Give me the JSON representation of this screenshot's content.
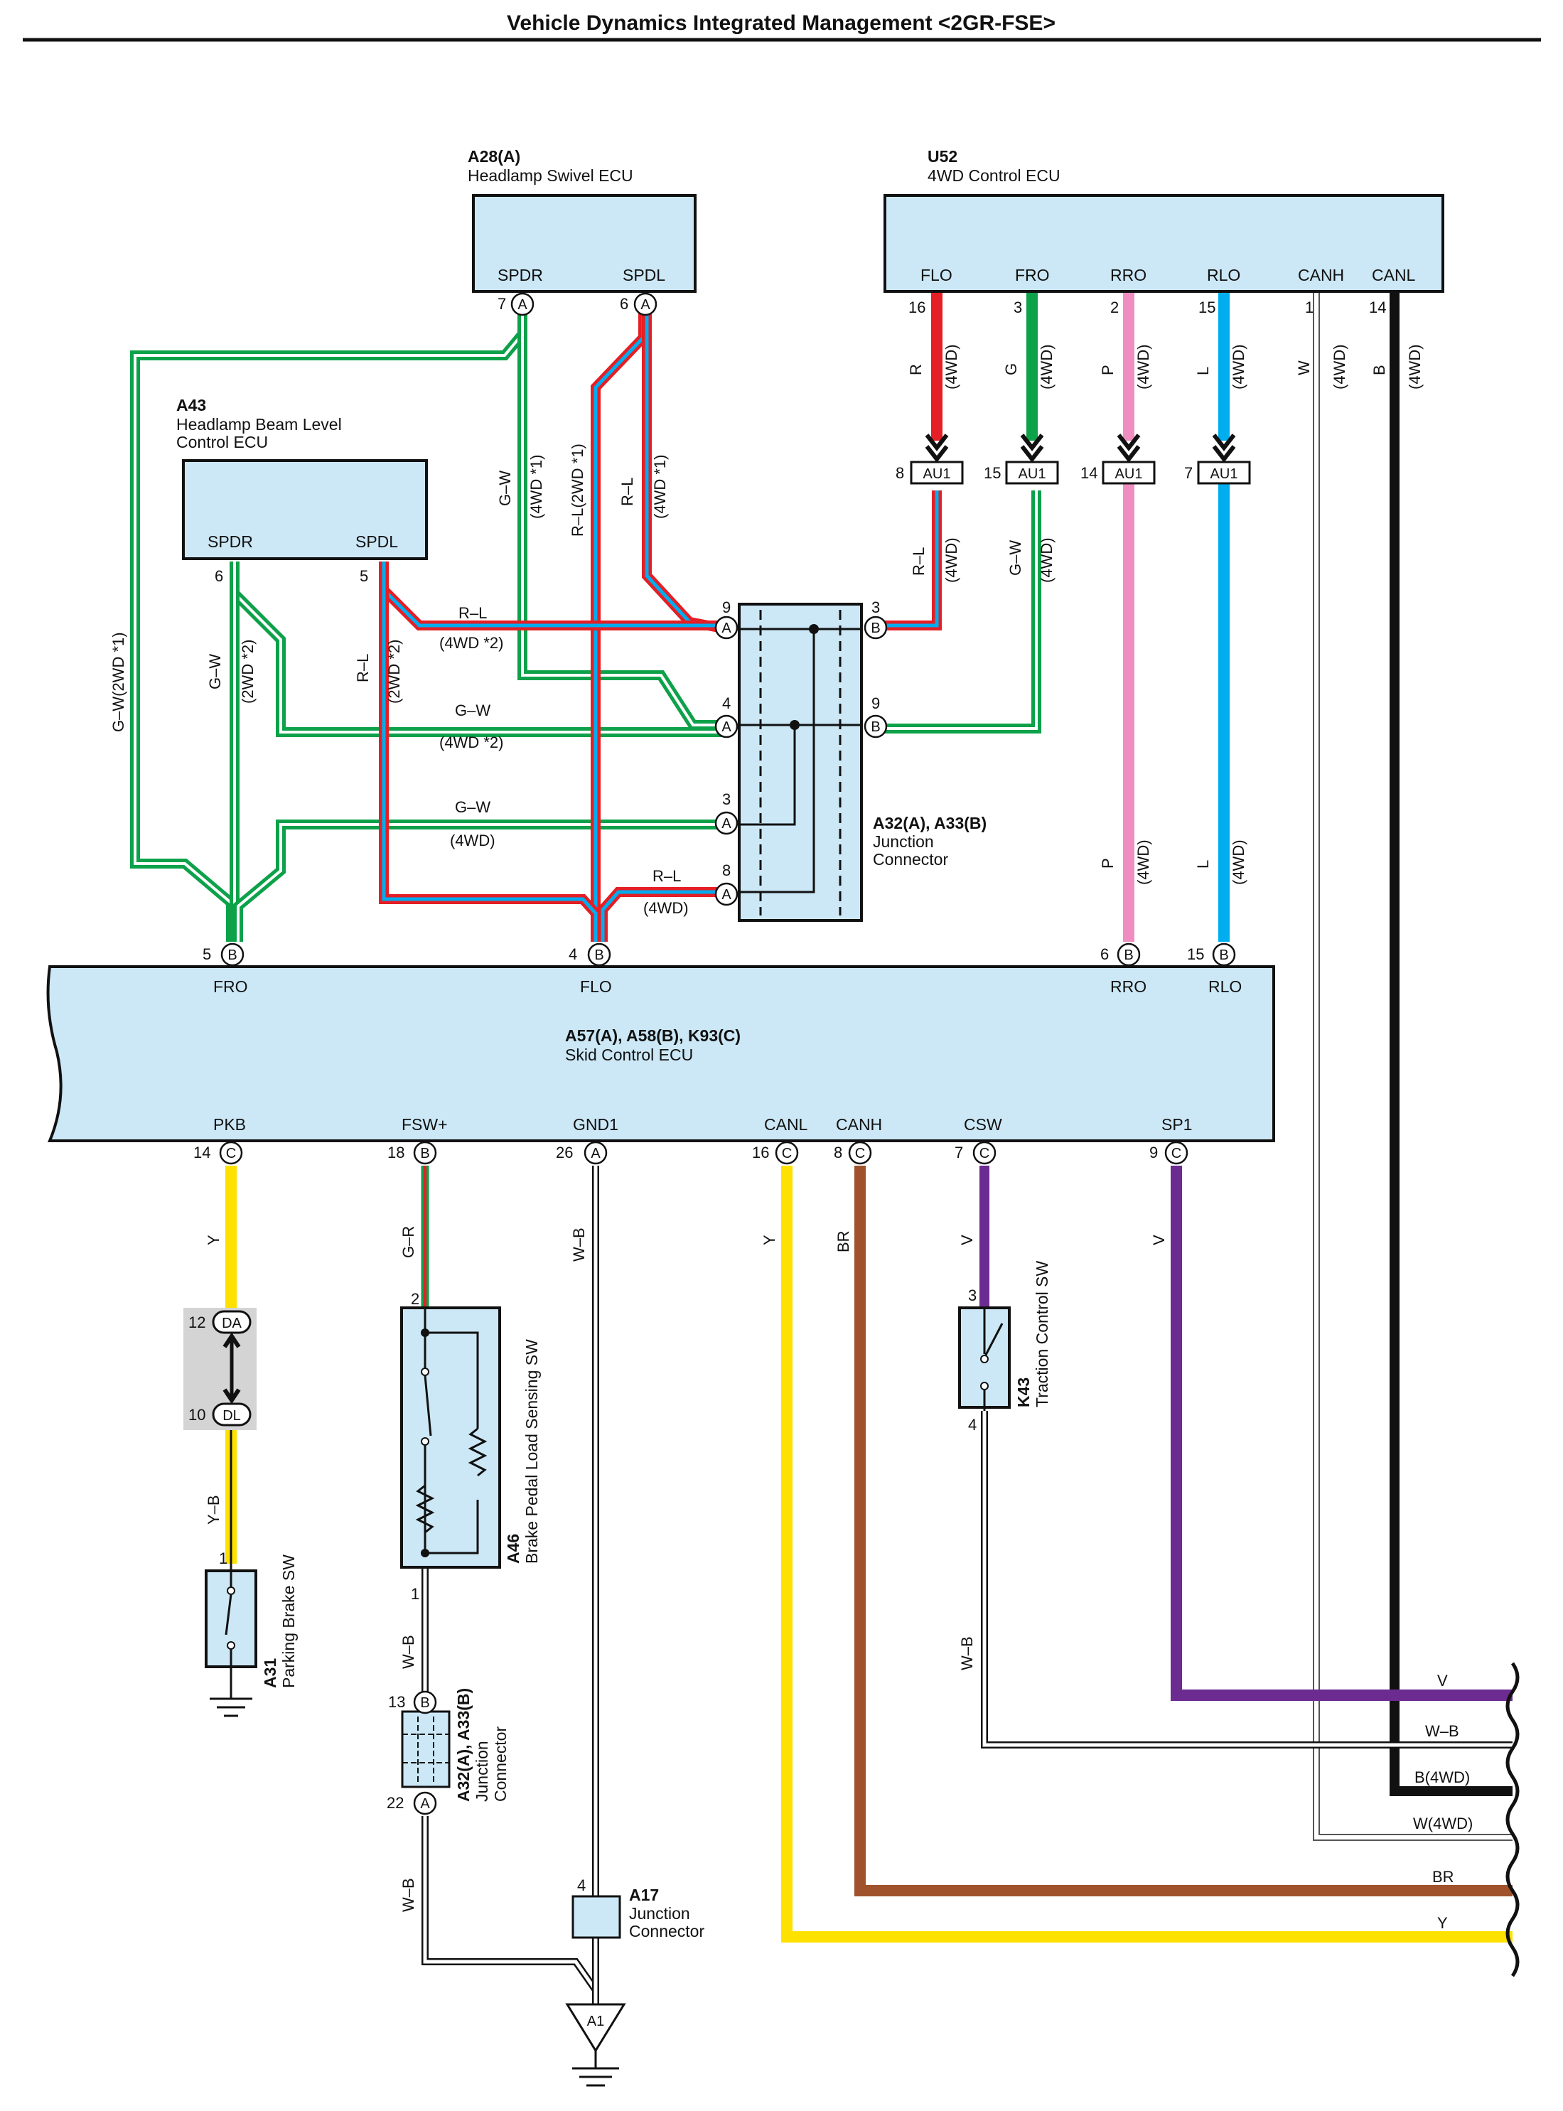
{
  "title": "Vehicle Dynamics Integrated Management <2GR-FSE>",
  "components": {
    "a28": {
      "id": "A28(A)",
      "name": "Headlamp Swivel ECU",
      "pins": {
        "spdr": "SPDR",
        "spdl": "SPDL"
      },
      "pin_nums": {
        "spdr": "7",
        "spdl": "6"
      },
      "conn": "A"
    },
    "u52": {
      "id": "U52",
      "name": "4WD Control ECU",
      "pins": {
        "flo": "FLO",
        "fro": "FRO",
        "rro": "RRO",
        "rlo": "RLO",
        "canh": "CANH",
        "canl": "CANL"
      },
      "pin_nums": {
        "flo": "16",
        "fro": "3",
        "rro": "2",
        "rlo": "15",
        "canh": "1",
        "canl": "14"
      }
    },
    "a43": {
      "id": "A43",
      "name_line1": "Headlamp Beam Level",
      "name_line2": "Control ECU",
      "pins": {
        "spdr": "SPDR",
        "spdl": "SPDL"
      },
      "pin_nums": {
        "spdr": "6",
        "spdl": "5"
      }
    },
    "jc_main": {
      "id": "A32(A), A33(B)",
      "name_line1": "Junction",
      "name_line2": "Connector",
      "pin_nums": {
        "a9": "9",
        "a4": "4",
        "a3": "3",
        "a8": "8",
        "b3": "3",
        "b9": "9"
      },
      "conn_a": "A",
      "conn_b": "B"
    },
    "au1": {
      "label": "AU1",
      "pin_nums": [
        "8",
        "15",
        "14",
        "7"
      ]
    },
    "skid": {
      "id": "A57(A), A58(B), K93(C)",
      "name": "Skid Control ECU",
      "top_pins": {
        "fro": "FRO",
        "flo": "FLO",
        "rro": "RRO",
        "rlo": "RLO"
      },
      "top_pin_nums": {
        "fro": "5",
        "flo": "4",
        "rro": "6",
        "rlo": "15"
      },
      "bottom_pins": {
        "pkb": "PKB",
        "fsw": "FSW+",
        "gnd1": "GND1",
        "canl": "CANL",
        "canh": "CANH",
        "csw": "CSW",
        "sp1": "SP1"
      },
      "bottom_pin_nums": {
        "pkb": "14",
        "fsw": "18",
        "gnd1": "26",
        "canl": "16",
        "canh": "8",
        "csw": "7",
        "sp1": "9"
      },
      "bottom_conn": {
        "pkb": "C",
        "fsw": "B",
        "gnd1": "A",
        "canl": "C",
        "canh": "C",
        "csw": "C",
        "sp1": "C"
      }
    },
    "da_dl": {
      "top": "DA",
      "bottom": "DL",
      "top_num": "12",
      "bottom_num": "10"
    },
    "a31": {
      "id": "A31",
      "name": "Parking Brake SW",
      "pin": "1"
    },
    "a46": {
      "id": "A46",
      "name": "Brake Pedal Load Sensing SW",
      "pin_top": "2",
      "pin_bottom": "1"
    },
    "jc_small": {
      "id": "A32(A), A33(B)",
      "name_line1": "Junction",
      "name_line2": "Connector",
      "pin_top": "13",
      "pin_bottom": "22",
      "conn_top": "B",
      "conn_bottom": "A"
    },
    "a17": {
      "id": "A17",
      "name_line1": "Junction",
      "name_line2": "Connector",
      "pin": "4"
    },
    "k43": {
      "id": "K43",
      "name": "Traction Control SW",
      "pin_top": "3",
      "pin_bottom": "4"
    },
    "ground": {
      "label": "A1"
    }
  },
  "wires": {
    "u52_flo": {
      "color": "R",
      "note": "(4WD)"
    },
    "u52_fro": {
      "color": "G",
      "note": "(4WD)"
    },
    "u52_rro": {
      "color": "P",
      "note": "(4WD)"
    },
    "u52_rlo": {
      "color": "L",
      "note": "(4WD)"
    },
    "u52_canh": {
      "color": "W",
      "note": "(4WD)"
    },
    "u52_canl": {
      "color": "B",
      "note": "(4WD)"
    },
    "au1_rl": {
      "color": "R–L",
      "note": "(4WD)"
    },
    "au1_gw": {
      "color": "G–W",
      "note": "(4WD)"
    },
    "a28_gw": {
      "color": "G–W",
      "note": "(4WD *1)"
    },
    "a28_rl_2wd": {
      "color": "R–L(2WD *1)"
    },
    "a28_rl": {
      "color": "R–L",
      "note": "(4WD *1)"
    },
    "gw_2wd1": {
      "color": "G–W(2WD *1)"
    },
    "a43_gw": {
      "color": "G–W",
      "note": "(2WD *2)"
    },
    "a43_rl": {
      "color": "R–L",
      "note": "(2WD *2)"
    },
    "h_rl_4wd2": {
      "color": "R–L",
      "note": "(4WD *2)"
    },
    "h_gw_4wd2": {
      "color": "G–W",
      "note": "(4WD *2)"
    },
    "h_gw_4wd": {
      "color": "G–W",
      "note": "(4WD)"
    },
    "h_rl_4wd": {
      "color": "R–L",
      "note": "(4WD)"
    },
    "rro_p": {
      "color": "P",
      "note": "(4WD)"
    },
    "rlo_l": {
      "color": "L",
      "note": "(4WD)"
    },
    "pkb_y": {
      "color": "Y"
    },
    "pkb_yb": {
      "color": "Y–B"
    },
    "fsw_gr": {
      "color": "G–R"
    },
    "gnd_wb": {
      "color": "W–B"
    },
    "canl_y": {
      "color": "Y"
    },
    "canh_br": {
      "color": "BR"
    },
    "csw_v": {
      "color": "V"
    },
    "sp1_v": {
      "color": "V"
    },
    "a46_wb": {
      "color": "W–B"
    },
    "jc_wb": {
      "color": "W–B"
    },
    "k43_wb": {
      "color": "W–B"
    }
  },
  "right_labels": [
    "V",
    "W–B",
    "B(4WD)",
    "W(4WD)",
    "BR",
    "Y"
  ],
  "colors": {
    "red": "#e41f25",
    "green": "#0da14a",
    "pink": "#f08dc0",
    "blue": "#00adef",
    "yellow": "#ffe100",
    "brown": "#a0522d",
    "violet": "#6c2b91",
    "black": "#111111",
    "box": "#cce8f6"
  }
}
